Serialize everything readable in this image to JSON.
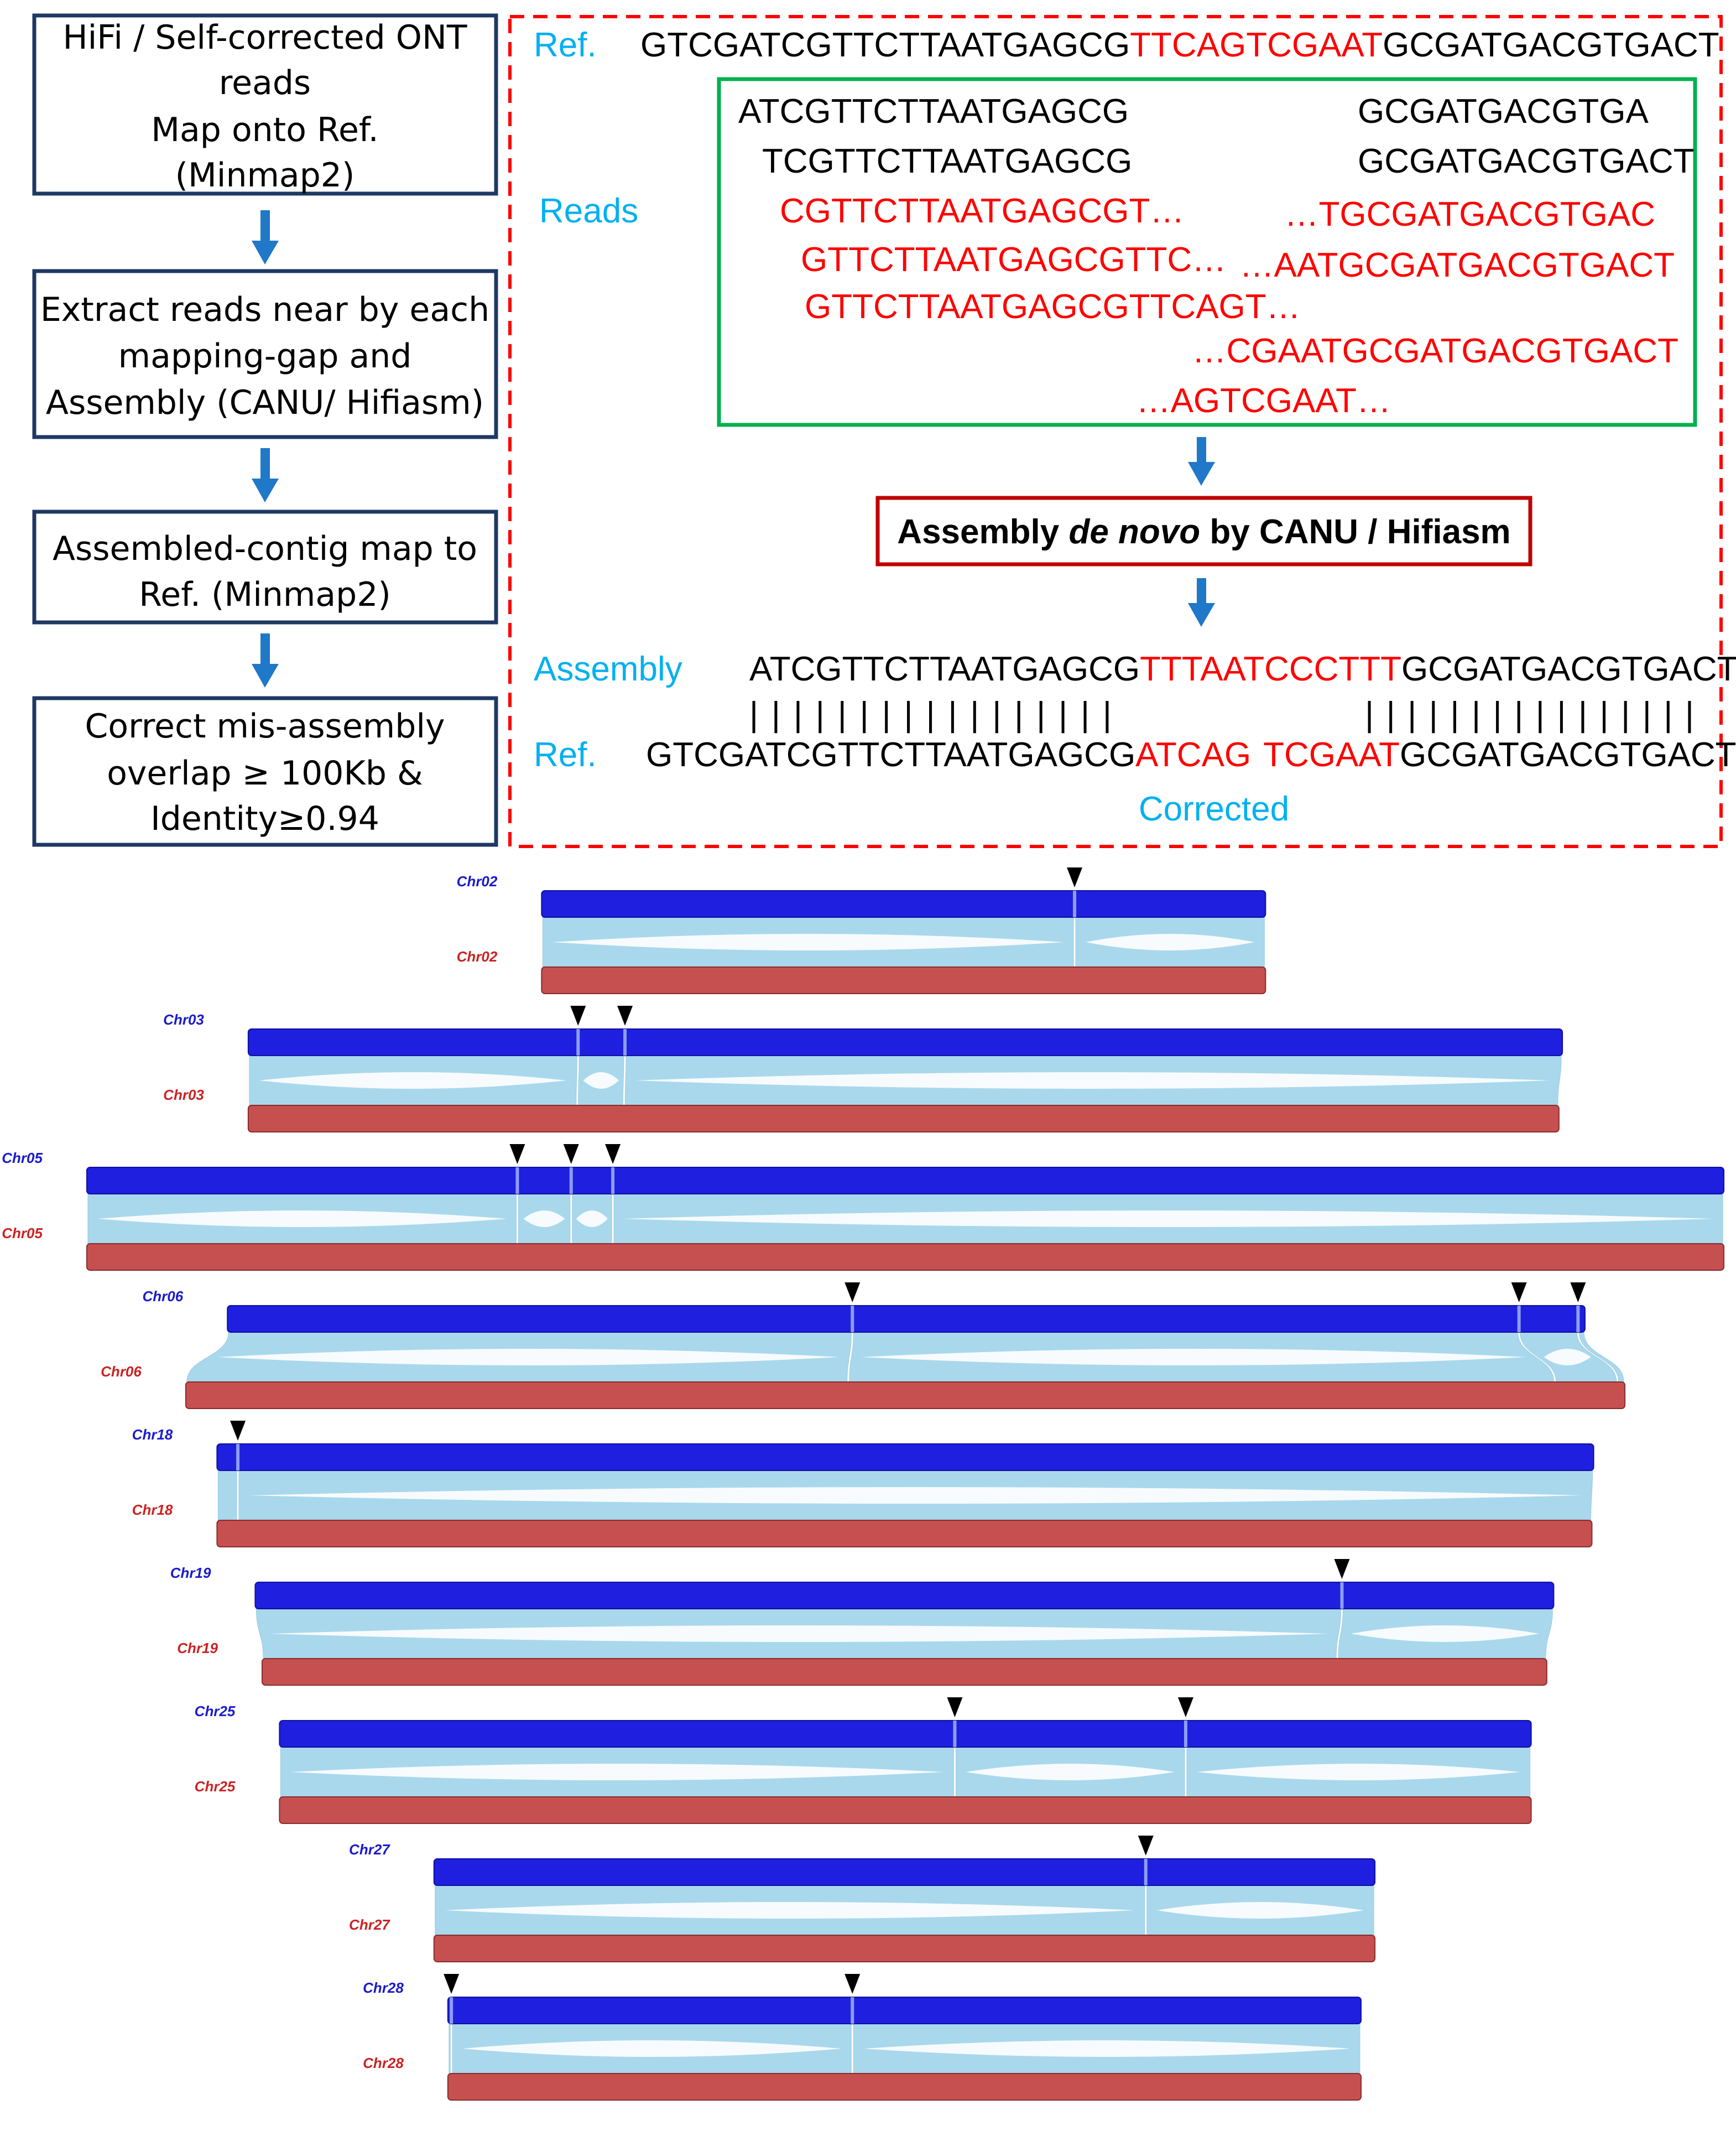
{
  "colors": {
    "flow_border": "#1f3864",
    "arrow": "#1f78c8",
    "label_cyan": "#00b0f0",
    "seq_red": "#ff0000",
    "seq_black": "#000000",
    "dashed_box": "#ff0000",
    "reads_box": "#00b050",
    "method_box": "#c00000",
    "query_bar": "#1f1fdf",
    "ref_bar": "#c65050",
    "ribbon": "#a9d8ec",
    "query_label": "#1a1acc",
    "ref_label": "#cc2222",
    "gap_marker": "#000000"
  },
  "flowchart": {
    "step1": [
      "HiFi / Self-corrected ONT",
      "reads",
      "Map onto Ref.",
      "(Minmap2)"
    ],
    "step2": [
      "Extract reads near by each",
      "mapping-gap and",
      "Assembly (CANU/ Hifiasm)"
    ],
    "step3": [
      "Assembled-contig map to",
      "Ref. (Minmap2)"
    ],
    "step4": [
      "Correct mis-assembly",
      "overlap ≥ 100Kb &",
      "Identity≥0.94"
    ]
  },
  "schematic": {
    "ref_label": "Ref.",
    "ref_top": {
      "black1": "GTCGATCGTTCTTAATGAGCG",
      "red": "TTCAGTCGAAT",
      "black2": "GCGATGACGTGACT"
    },
    "reads_label": "Reads",
    "reads_black_left": [
      "ATCGTTCTTAATGAGCG",
      "TCGTTCTTAATGAGCG"
    ],
    "reads_black_right": [
      "GCGATGACGTGA",
      "GCGATGACGTGACT"
    ],
    "reads_red_left": [
      "CGTTCTTAATGAGCGT…",
      "GTTCTTAATGAGCGTTC…",
      "GTTCTTAATGAGCGTTCAGT…"
    ],
    "reads_red_right": [
      "…TGCGATGACGTGAC",
      "…AATGCGATGACGTGACT",
      "…CGAATGCGATGACGTGACT",
      "…AGTCGAAT…"
    ],
    "method": {
      "pre": "Assembly ",
      "italic": "de novo",
      "post": " by CANU / Hifiasm"
    },
    "assembly_label": "Assembly",
    "assembly": {
      "black1": "ATCGTTCTTAATGAGCG",
      "red": "TTTAATCCCTTT",
      "black2": "GCGATGACGTGACT"
    },
    "bars_left": "|||||||||||||||||",
    "bars_right": "||||||||||||||||",
    "ref_bottom_label": "Ref.",
    "ref_bottom": {
      "black1": "GTCGATCGTTCTTAATGAGCG",
      "red1": "ATCAG",
      "red2": "TCGAAT",
      "black2": "GCGATGACGTGACT"
    },
    "corrected_label": "Corrected"
  },
  "synteny": [
    {
      "query": "Chr02",
      "ref": "Chr02",
      "q": [
        0.312,
        0.729
      ],
      "r": [
        0.312,
        0.729
      ],
      "gaps": [
        0.619
      ]
    },
    {
      "query": "Chr03",
      "ref": "Chr03",
      "q": [
        0.143,
        0.9
      ],
      "r": [
        0.143,
        0.898
      ],
      "gaps": [
        0.333,
        0.36
      ]
    },
    {
      "query": "Chr05",
      "ref": "Chr05",
      "q": [
        0.05,
        0.993
      ],
      "r": [
        0.05,
        0.993
      ],
      "gaps": [
        0.298,
        0.329,
        0.353
      ]
    },
    {
      "query": "Chr06",
      "ref": "Chr06",
      "q": [
        0.131,
        0.913
      ],
      "r": [
        0.107,
        0.936
      ],
      "gaps": [
        0.491,
        0.875,
        0.909
      ]
    },
    {
      "query": "Chr18",
      "ref": "Chr18",
      "q": [
        0.125,
        0.918
      ],
      "r": [
        0.125,
        0.917
      ],
      "gaps": [
        0.137
      ]
    },
    {
      "query": "Chr19",
      "ref": "Chr19",
      "q": [
        0.147,
        0.895
      ],
      "r": [
        0.151,
        0.891
      ],
      "gaps": [
        0.773
      ]
    },
    {
      "query": "Chr25",
      "ref": "Chr25",
      "q": [
        0.161,
        0.882
      ],
      "r": [
        0.161,
        0.882
      ],
      "gaps": [
        0.55,
        0.683
      ]
    },
    {
      "query": "Chr27",
      "ref": "Chr27",
      "q": [
        0.25,
        0.792
      ],
      "r": [
        0.25,
        0.792
      ],
      "gaps": [
        0.66
      ]
    },
    {
      "query": "Chr28",
      "ref": "Chr28",
      "q": [
        0.258,
        0.784
      ],
      "r": [
        0.258,
        0.784
      ],
      "gaps": [
        0.26,
        0.491
      ]
    }
  ]
}
